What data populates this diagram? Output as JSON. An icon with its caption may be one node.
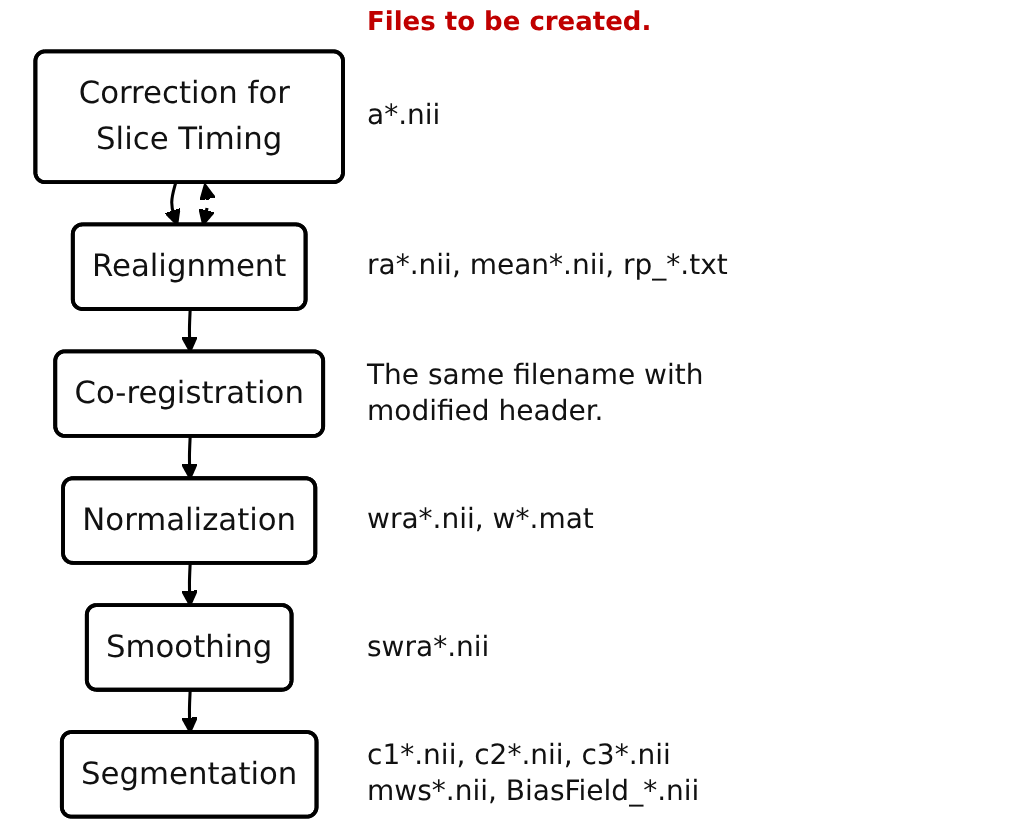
{
  "diagram": {
    "nodes": [
      {
        "text": [
          "Correction for Slice Timing"
        ],
        "beside": [
          "a*.nii"
        ]
      },
      {
        "text": [
          "Realignment"
        ],
        "beside": [
          "ra*.nii, mean*.nii, rp_*.txt"
        ]
      },
      {
        "text": [
          "Co-registration"
        ],
        "beside": [
          "The same filename with modified header."
        ]
      },
      {
        "text": [
          "Normalization"
        ],
        "beside": [
          "wra*.nii, w*.mat"
        ]
      },
      {
        "text": [
          "Smoothing"
        ],
        "beside": [
          "swra*.nii"
        ]
      },
      {
        "text": [
          "Segmentation"
        ],
        "beside": [
          "c1*.nii, c2*.nii, c3*.nii mws*.nii, BiasField_*.nii"
        ]
      }
    ],
    "edges": [
      {
        "from": 0,
        "to": 1,
        "arrow": "to"
      },
      {
        "from": 0,
        "to": 1,
        "arrow": "both",
        "style": "dashed"
      },
      {
        "from": 1,
        "to": 2,
        "arrow": "to"
      },
      {
        "from": 2,
        "to": 3,
        "arrow": "to"
      },
      {
        "from": 3,
        "to": 4,
        "arrow": "to"
      },
      {
        "from": 4,
        "to": 5,
        "arrow": "to"
      }
    ],
    "labels": [
      "Files to be created."
    ]
  }
}
